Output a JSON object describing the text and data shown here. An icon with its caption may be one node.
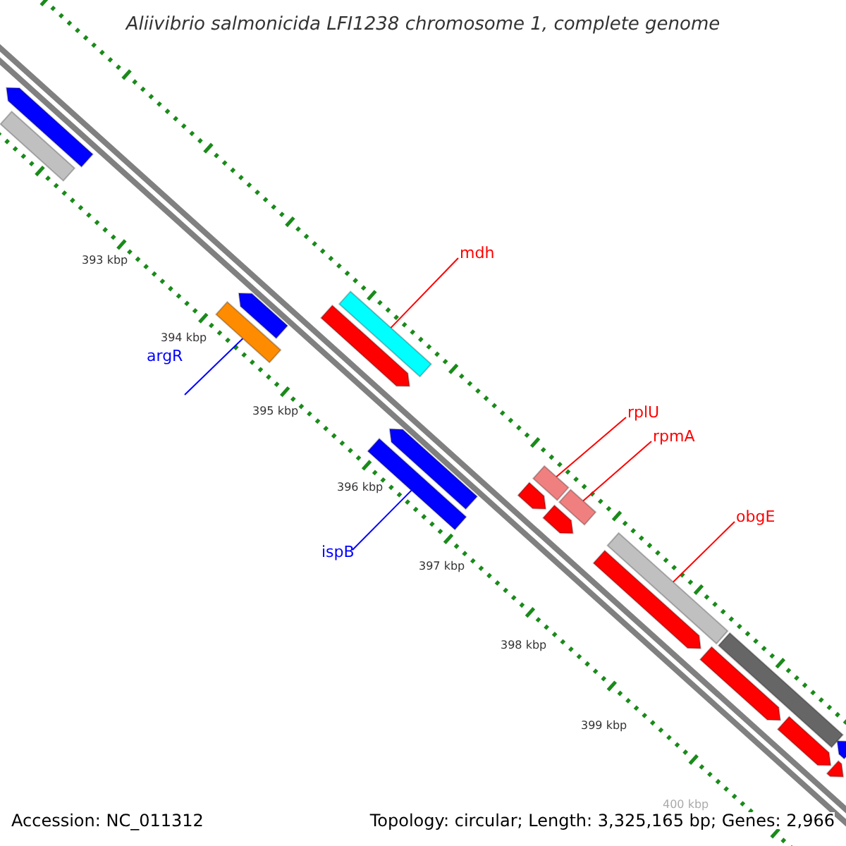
{
  "diagram": {
    "title": "Aliivibrio salmonicida LFI1238 chromosome 1, complete genome",
    "nodes": [
      {
        "text": [
          "mdh"
        ]
      },
      {
        "text": [
          "argR"
        ]
      },
      {
        "text": [
          "rplU"
        ]
      },
      {
        "text": [
          "rpmA"
        ]
      },
      {
        "text": [
          "ispB"
        ]
      },
      {
        "text": [
          "obgE"
        ]
      },
      {
        "text": [],
        "shape": "bar"
      },
      {
        "text": [],
        "shape": "bar"
      },
      {
        "text": [],
        "shape": "bar"
      },
      {
        "text": [],
        "shape": "bar"
      },
      {
        "text": [],
        "shape": "bar"
      },
      {
        "text": [],
        "shape": "bar"
      },
      {
        "text": [],
        "shape": "bar"
      },
      {
        "text": [],
        "shape": "bar"
      },
      {
        "text": [],
        "shape": "bar"
      },
      {
        "text": [],
        "shape": "bar"
      },
      {
        "text": [],
        "shape": "bar"
      },
      {
        "text": [],
        "shape": "bar"
      },
      {
        "text": [],
        "shape": "bar"
      },
      {
        "text": [],
        "shape": "bar"
      },
      {
        "text": [],
        "shape": "bar"
      },
      {
        "text": [],
        "shape": "bar"
      },
      {
        "text": [],
        "shape": "bar"
      },
      {
        "text": [],
        "shape": "bar"
      },
      {
        "text": [],
        "shape": "bar"
      }
    ],
    "edges": [
      {
        "from": 0,
        "to": 11,
        "arrow": "none"
      },
      {
        "from": 1,
        "to": 8,
        "arrow": "none",
        "color": "#0000ff"
      },
      {
        "from": 2,
        "to": 15,
        "arrow": "none"
      },
      {
        "from": 3,
        "to": 17,
        "arrow": "none"
      },
      {
        "from": 4,
        "to": 12,
        "arrow": "none",
        "color": "#0000ff"
      },
      {
        "from": 5,
        "to": 18,
        "arrow": "none"
      }
    ],
    "labels": [
      "393 kbp",
      "394 kbp",
      "395 kbp",
      "396 kbp",
      "397 kbp",
      "398 kbp",
      "399 kbp",
      "400 kbp",
      "Accession: NC_011312",
      "Topology: circular; Length: 3,325,165 bp; Genes: 2,966"
    ]
  }
}
